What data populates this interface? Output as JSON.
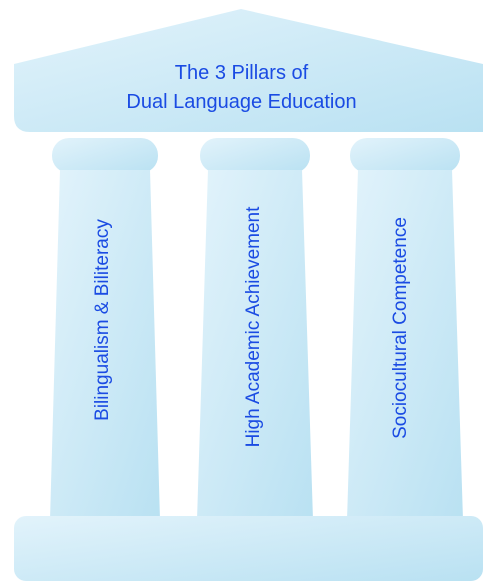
{
  "title": {
    "line1": "The 3 Pillars of",
    "line2": "Dual Language Education"
  },
  "pillars": [
    {
      "label": "Bilingualism & Biliteracy"
    },
    {
      "label": "High Academic Achievement"
    },
    {
      "label": "Sociocultural Competence"
    }
  ],
  "colors": {
    "text": "#1a4be3",
    "light": "#d3ecf8",
    "dark": "#bde3f3"
  }
}
